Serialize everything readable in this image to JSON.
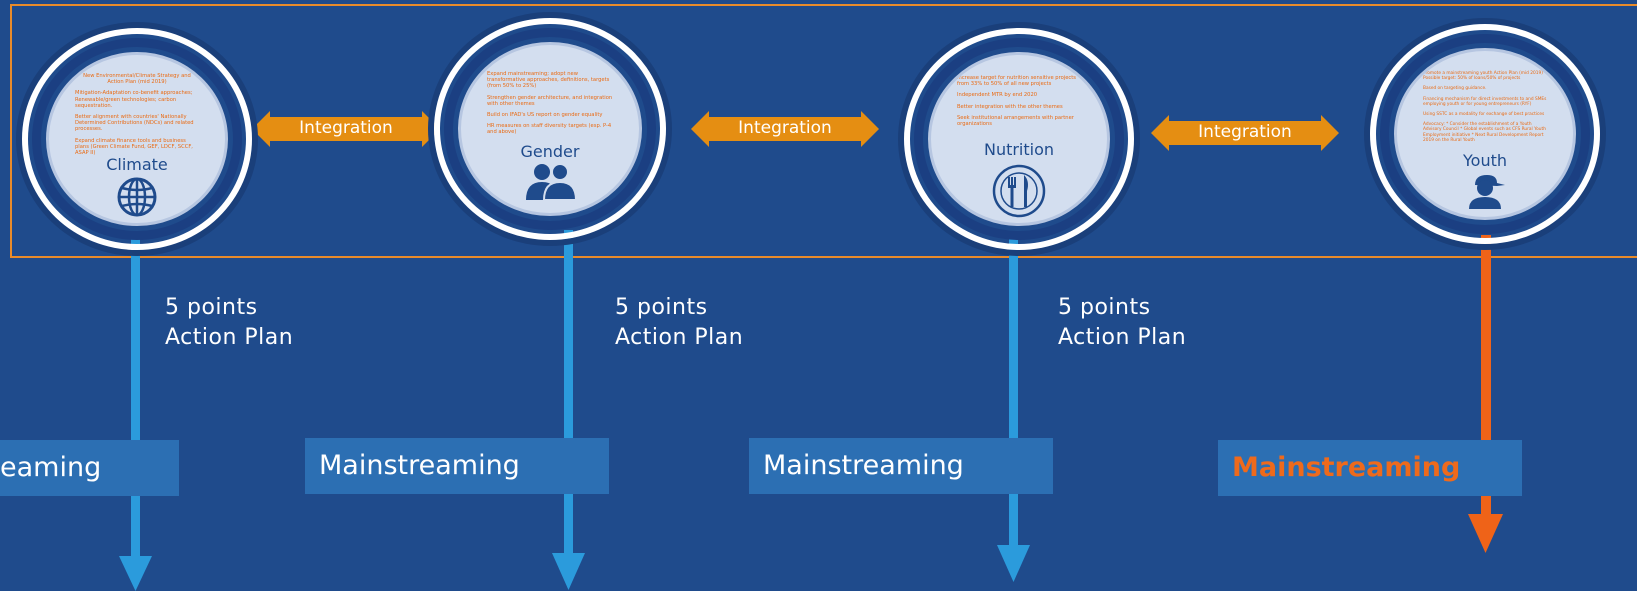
{
  "colors": {
    "background": "#1f4b8c",
    "frame": "#e98b2a",
    "integration_arrow": "#e58e12",
    "blue_arrow": "#2b9bdc",
    "orange_arrow": "#ef6318",
    "bullet_text": "#ea6a12"
  },
  "themes": [
    {
      "name": "Climate",
      "icon": "globe-icon",
      "bullets": [
        "New Environmental/Climate Strategy and Action Plan (mid 2019)",
        "Mitigation-Adaptation co-benefit approaches; Renewable/green technologies; carbon sequestration.",
        "Better alignment with countries' Nationally Determined Contributions (NDCs) and related processes.",
        "Expand climate finance tools and business plans (Green Climate Fund, GEF, LDCF, SCCF, ASAP II)"
      ]
    },
    {
      "name": "Gender",
      "icon": "people-icon",
      "bullets": [
        "Expand mainstreaming; adopt new transformative approaches, definitions, targets (from 50% to 25%)",
        "Strengthen gender architecture, and integration with other themes",
        "Build on IFAD's US report on gender equality",
        "HR measures on staff diversity targets (esp. P-4 and above)"
      ]
    },
    {
      "name": "Nutrition",
      "icon": "cutlery-icon",
      "bullets": [
        "Increase target for nutrition sensitive projects from 33% to 50% of all new projects",
        "Independent MTR by end 2020",
        "Better integration with the other themes",
        "Seek institutional arrangements with partner organizations"
      ]
    },
    {
      "name": "Youth",
      "icon": "person-cap-icon",
      "bullets": [
        "Promote a mainstreaming youth Action Plan (mid 2019) - Possible target: 50% of loans/50% of projects",
        "Based on targeting guidance.",
        "Financing mechanism for direct investments to and SMEs employing youth or for young entrepreneurs (RYF)",
        "Using SSTC as a modality for exchange of best practices",
        "Advocacy: * Consider the establishment of a Youth Advisory Council * Global events such as CFS Rural Youth Employment initiative * Next Rural Development Report 2019 on the Rural Youth"
      ]
    }
  ],
  "integration_label": "Integration",
  "plan": {
    "line1": "5 points",
    "line2": "Action Plan"
  },
  "mainstreaming": {
    "partial": "eaming",
    "full": "Mainstreaming"
  }
}
